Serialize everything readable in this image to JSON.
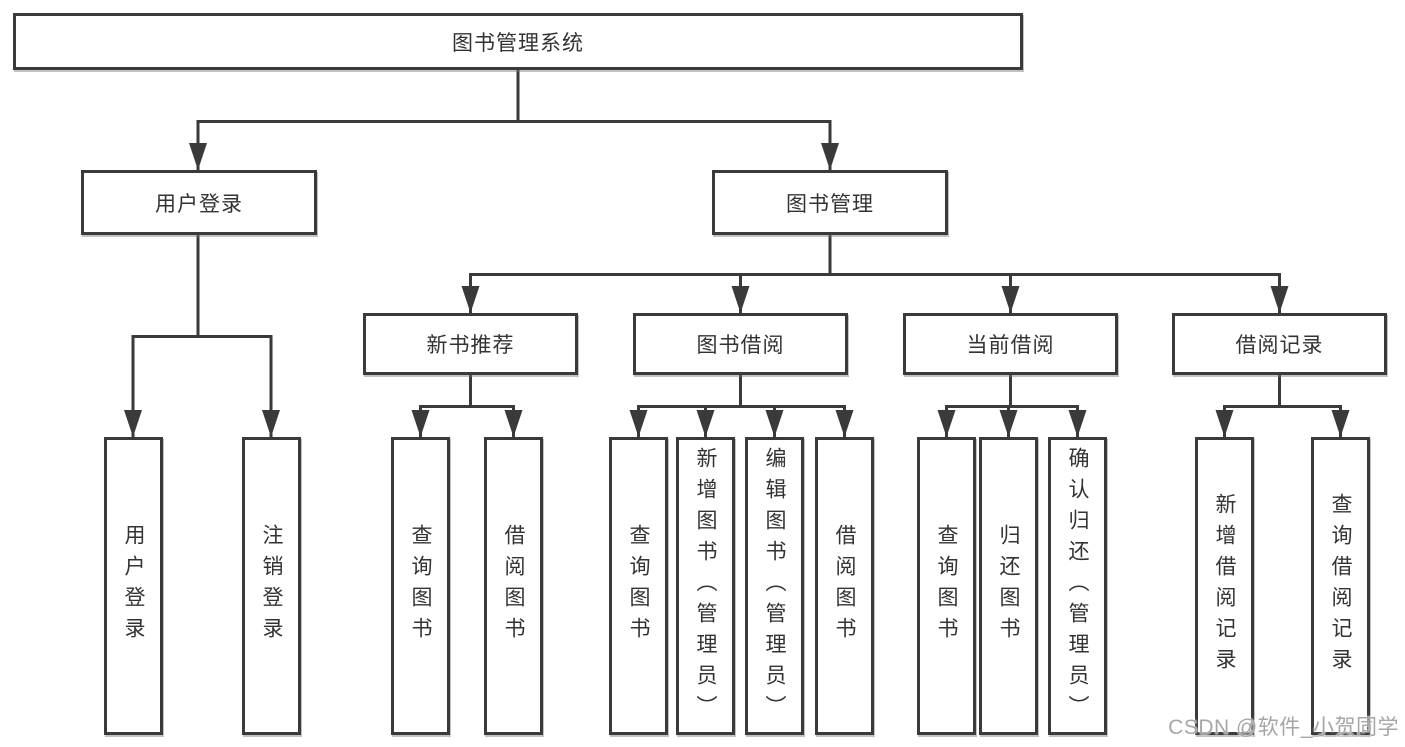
{
  "tree": {
    "label": "图书管理系统",
    "children": [
      {
        "label": "用户登录",
        "children": [
          {
            "label": "用户登录"
          },
          {
            "label": "注销登录"
          }
        ]
      },
      {
        "label": "图书管理",
        "children": [
          {
            "label": "新书推荐",
            "children": [
              {
                "label": "查询图书"
              },
              {
                "label": "借阅图书"
              }
            ]
          },
          {
            "label": "图书借阅",
            "children": [
              {
                "label": "查询图书"
              },
              {
                "label": "新增图书（管理员）"
              },
              {
                "label": "编辑图书（管理员）"
              },
              {
                "label": "借阅图书"
              }
            ]
          },
          {
            "label": "当前借阅",
            "children": [
              {
                "label": "查询图书"
              },
              {
                "label": "归还图书"
              },
              {
                "label": "确认归还（管理员）"
              }
            ]
          },
          {
            "label": "借阅记录",
            "children": [
              {
                "label": "新增借阅记录"
              },
              {
                "label": "查询借阅记录"
              }
            ]
          }
        ]
      }
    ]
  },
  "watermark": {
    "text": "CSDN @软件_小贺同学"
  },
  "colors": {
    "line": "#3a3a3a",
    "box_border": "#3a3a3a",
    "text": "#333333",
    "watermark": "#a6a6a6",
    "background": "#ffffff"
  }
}
